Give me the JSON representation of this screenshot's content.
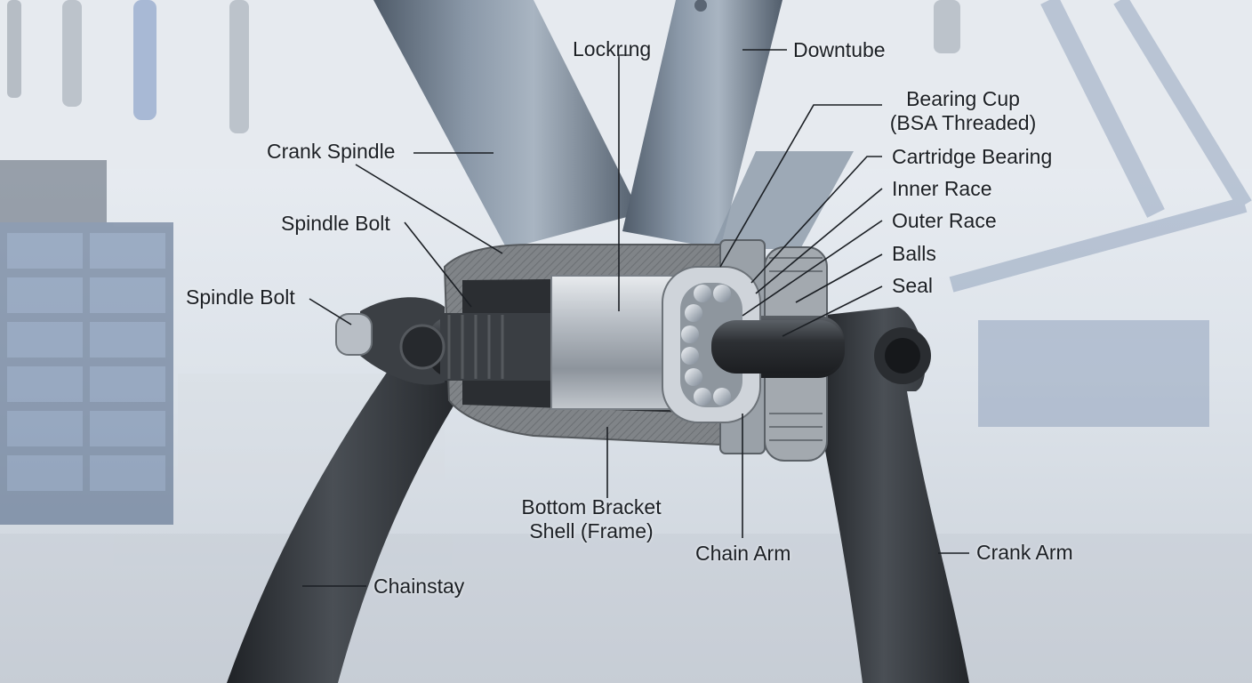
{
  "labels": {
    "lockring": "Lockrıng",
    "downtube": "Downtube",
    "bearing_cup_line1": "Bearing Cup",
    "bearing_cup_line2": "(BSA Threaded)",
    "cartridge_bearing": "Cartridge Bearing",
    "inner_race": "Inner Race",
    "outer_race": "Outer Race",
    "balls": "Balls",
    "seal": "Seal",
    "crank_spindle": "Crank Spindle",
    "spindle_bolt_upper": "Spindle Bolt",
    "spindle_bolt_lower": "Spindle Bolt",
    "bb_shell_line1": "Bottom Bracket",
    "bb_shell_line2": "Shell (Frame)",
    "chain_arm": "Chain Arm",
    "crank_arm": "Crank Arm",
    "chainstay": "Chainstay"
  },
  "colors": {
    "background": "#dfe5ec",
    "tube": "#6f7d8e",
    "crank": "#2e3236",
    "shell_cut": "#7b7f84",
    "spindle": "#3a3d40",
    "steel": "#c9ced4",
    "leader": "#1b1f24"
  }
}
